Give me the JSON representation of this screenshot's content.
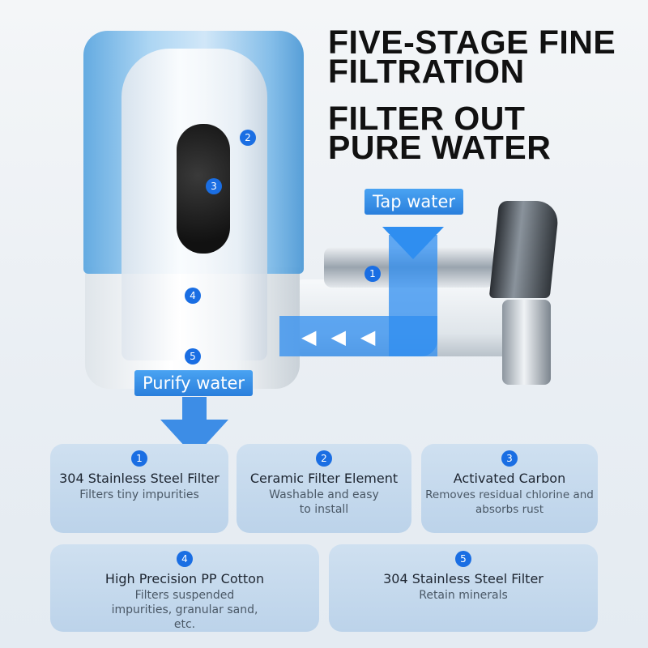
{
  "headline": {
    "line1": "FIVE-STAGE FINE",
    "line2": "FILTRATION",
    "line3": "FILTER OUT",
    "line4": "PURE WATER"
  },
  "labels": {
    "tap_water": "Tap water",
    "purify_water": "Purify water"
  },
  "diagram_markers": [
    "1",
    "2",
    "3",
    "4",
    "5"
  ],
  "colors": {
    "badge": "#1a6ee3",
    "flow": "#2f8ef0",
    "card": "#c6daee"
  },
  "stages": [
    {
      "number": "1",
      "title": "304 Stainless Steel Filter",
      "desc": "Filters tiny impurities"
    },
    {
      "number": "2",
      "title": "Ceramic Filter Element",
      "desc": "Washable and easy to install"
    },
    {
      "number": "3",
      "title": "Activated Carbon",
      "desc": "Removes residual chlorine and absorbs rust"
    },
    {
      "number": "4",
      "title": "High Precision PP Cotton",
      "desc": "Filters suspended impurities, granular sand, etc."
    },
    {
      "number": "5",
      "title": "304 Stainless Steel Filter",
      "desc": "Retain minerals"
    }
  ]
}
